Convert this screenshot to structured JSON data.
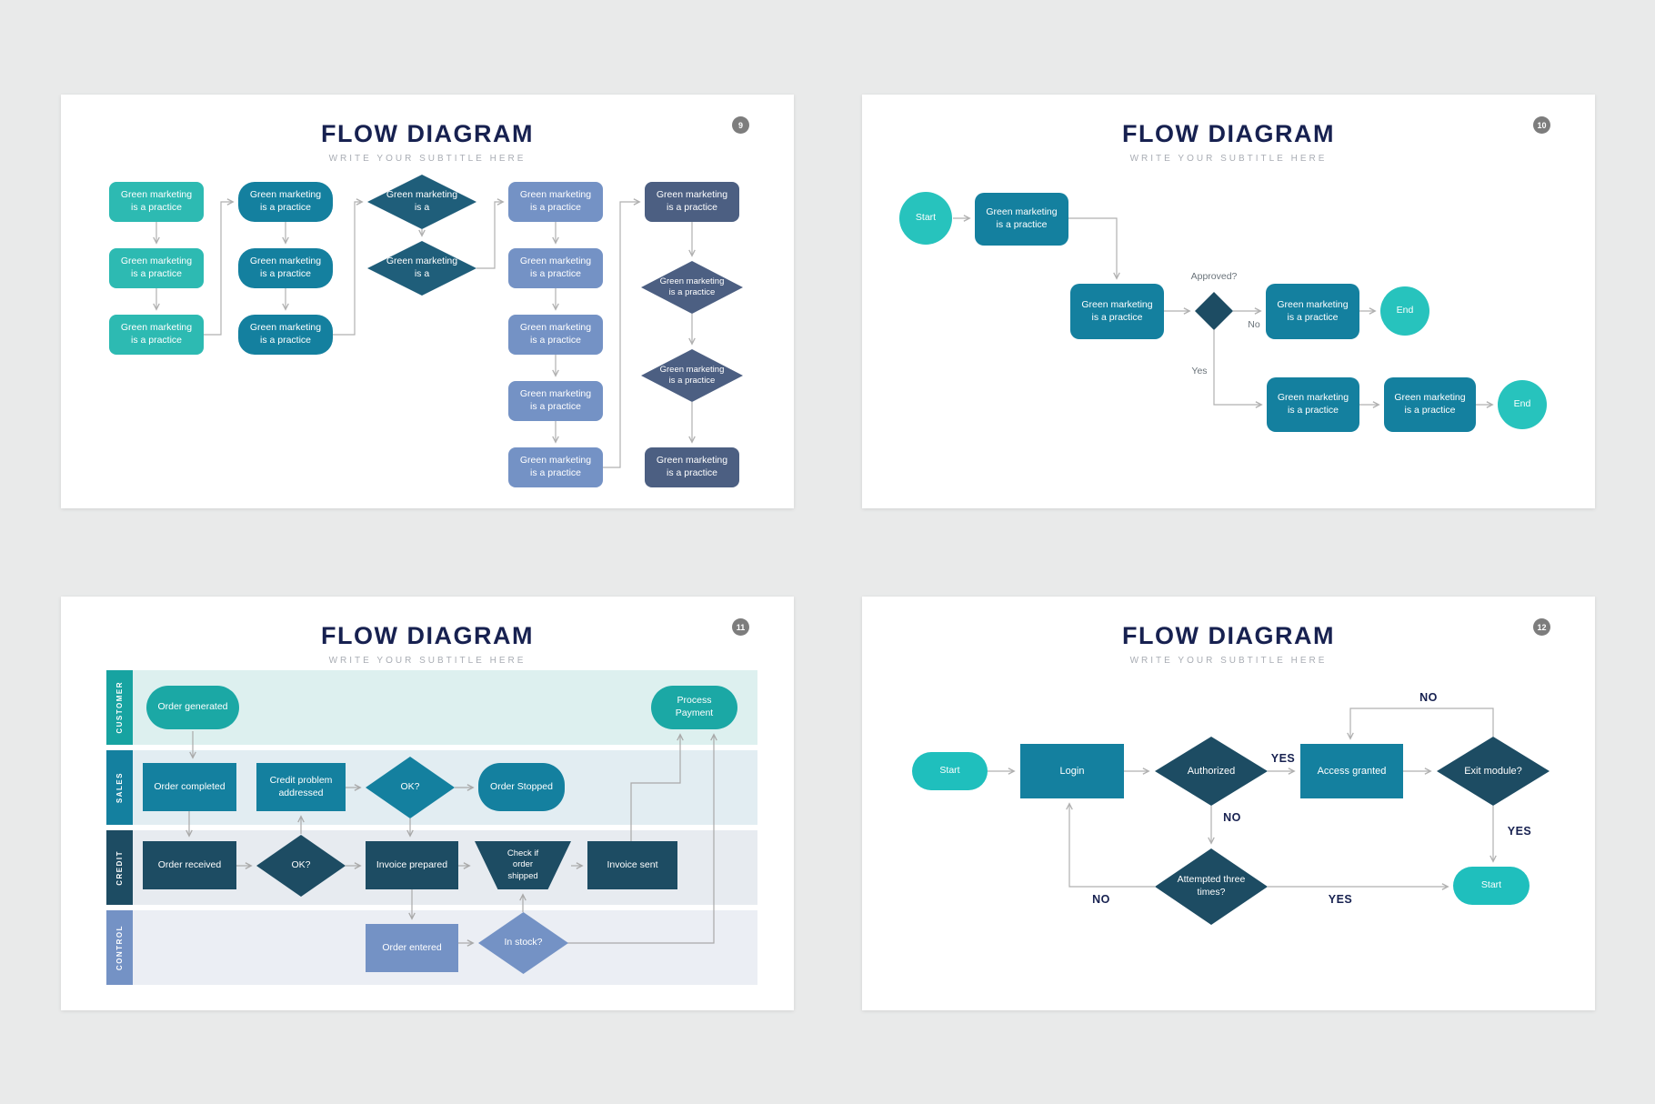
{
  "titles": {
    "title": "FLOW DIAGRAM",
    "subtitle": "WRITE YOUR SUBTITLE HERE"
  },
  "palette": {
    "background": "#e9eaea",
    "slide": "#ffffff",
    "title_navy": "#172150",
    "subtitle_gray": "#a9adb4",
    "badge_gray": "#7d7d7d",
    "teal_bright": "#2dbab2",
    "teal_circle": "#27c3bd",
    "teal_medium": "#14809f",
    "teal_deep": "#1f5e7a",
    "navy_dark": "#1d4c63",
    "periwinkle": "#7492c5",
    "slate_blue": "#4c5f82",
    "customer_teal": "#1ba8a5",
    "connector_gray": "#b0b0b0",
    "lane_customer_bg": "#ddf0ef",
    "lane_sales_bg": "#e2edf2",
    "lane_credit_bg": "#e7ebf0",
    "lane_control_bg": "#ebeef4"
  },
  "slides": {
    "s9": {
      "badge": "9",
      "box_label": "Green marketing is a practice",
      "diamond_label": "Green marketing is a",
      "diamond_label_long": "Green marketing is a practice"
    },
    "s10": {
      "badge": "10",
      "start_label": "Start",
      "end_label": "End",
      "box_label": "Green marketing is a practice",
      "approved_label": "Approved?",
      "no_label": "No",
      "yes_label": "Yes"
    },
    "s11": {
      "badge": "11",
      "lanes": [
        "CUSTOMER",
        "SALES",
        "CREDIT",
        "CONTROL"
      ],
      "order_generated": "Order generated",
      "process_payment": "Process Payment",
      "order_completed": "Order completed",
      "credit_problem": "Credit problem addressed",
      "ok_label": "OK?",
      "order_stopped": "Order Stopped",
      "order_received": "Order received",
      "invoice_prepared": "Invoice prepared",
      "check_shipped": "Check if order shipped",
      "invoice_sent": "Invoice sent",
      "order_entered": "Order entered",
      "in_stock": "In stock?"
    },
    "s12": {
      "badge": "12",
      "start_label": "Start",
      "login": "Login",
      "authorized": "Authorized",
      "access_granted": "Access granted",
      "exit_module": "Exit module?",
      "attempted": "Attempted three times?",
      "end_start_label": "Start",
      "yes_label": "YES",
      "no_label": "NO"
    }
  }
}
